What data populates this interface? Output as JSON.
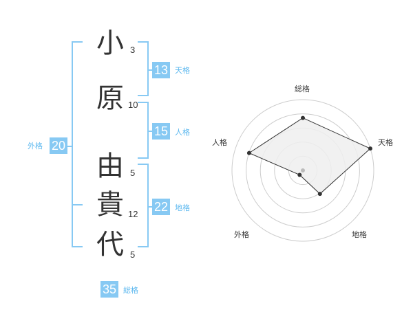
{
  "name": {
    "chars": [
      {
        "char": "小",
        "strokes": "3"
      },
      {
        "char": "原",
        "strokes": "10"
      },
      {
        "char": "由",
        "strokes": "5"
      },
      {
        "char": "貴",
        "strokes": "12"
      },
      {
        "char": "代",
        "strokes": "5"
      }
    ]
  },
  "fortunes": {
    "tenkaku": {
      "value": "13",
      "label": "天格"
    },
    "jinkaku": {
      "value": "15",
      "label": "人格"
    },
    "chikaku": {
      "value": "22",
      "label": "地格"
    },
    "gaikaku": {
      "value": "20",
      "label": "外格"
    },
    "soukaku": {
      "value": "35",
      "label": "総格"
    }
  },
  "chart_data": {
    "type": "radar",
    "axes": [
      "総格",
      "天格",
      "地格",
      "外格",
      "人格"
    ],
    "values": [
      0.72,
      1.0,
      0.36,
      0.0,
      0.78
    ],
    "range": [
      0,
      1
    ],
    "rings": 5,
    "grid": true,
    "colors": {
      "fill": "#efefef",
      "line": "#333333",
      "grid": "#cccccc",
      "center": "#bbbbbb"
    }
  }
}
